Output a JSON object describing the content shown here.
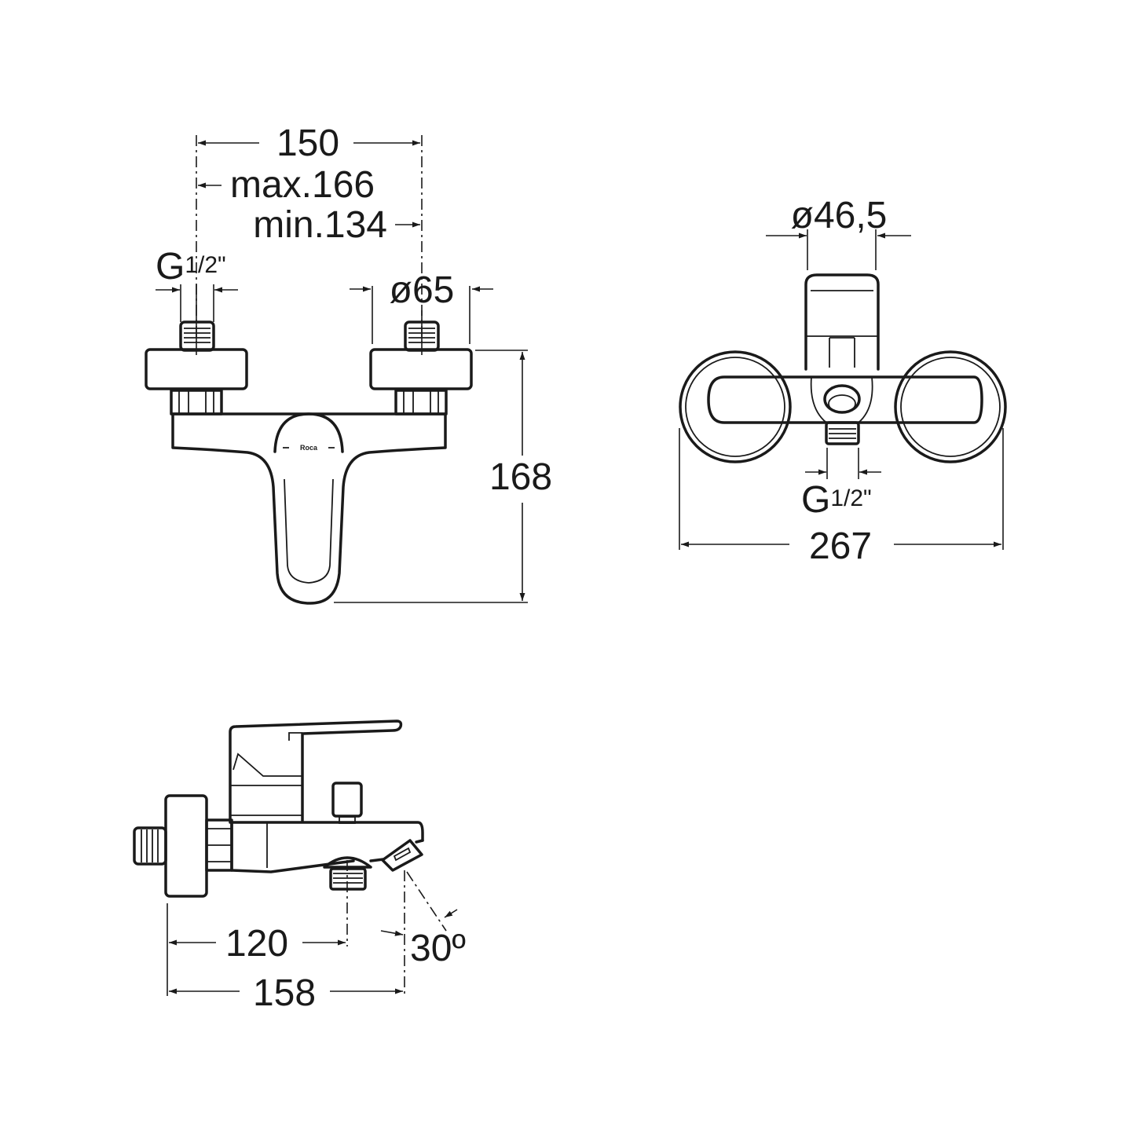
{
  "front_view": {
    "dim_center_distance": "150",
    "dim_max": "max.166",
    "dim_min": "min.134",
    "dim_inlet_thread_g": "G",
    "dim_inlet_thread_frac": "1/2\"",
    "dim_flange_diameter": "ø65",
    "dim_height": "168",
    "logo_text": "Roca"
  },
  "top_view": {
    "dim_handle_diameter": "ø46,5",
    "dim_outlet_thread_g": "G",
    "dim_outlet_thread_frac": "1/2\"",
    "dim_overall_width": "267"
  },
  "side_view": {
    "dim_outlet_projection": "120",
    "dim_spout_angle": "30º",
    "dim_overall_projection": "158"
  }
}
